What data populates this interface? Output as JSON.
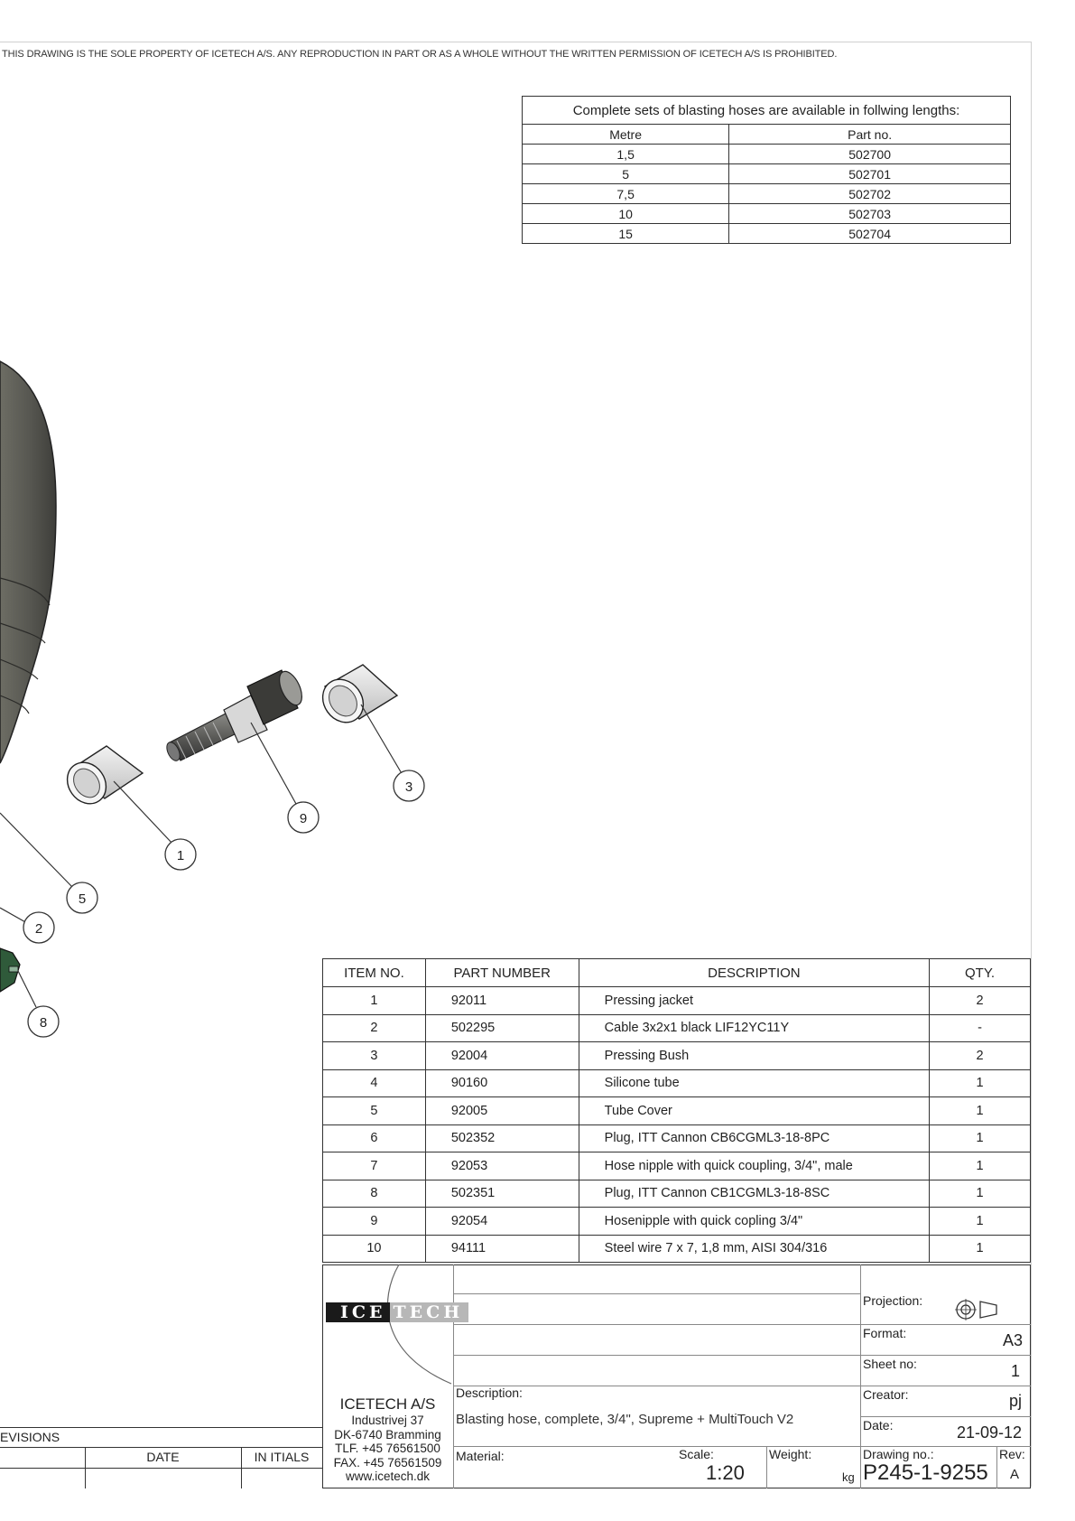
{
  "notice": "THIS DRAWING IS THE SOLE PROPERTY OF ICETECH A/S.  ANY REPRODUCTION IN PART OR AS A WHOLE WITHOUT THE WRITTEN PERMISSION OF ICETECH A/S IS PROHIBITED.",
  "lengths_table": {
    "caption": "Complete sets of blasting hoses are available in follwing lengths:",
    "headers": [
      "Metre",
      "Part no."
    ],
    "rows": [
      [
        "1,5",
        "502700"
      ],
      [
        "5",
        "502701"
      ],
      [
        "7,5",
        "502702"
      ],
      [
        "10",
        "502703"
      ],
      [
        "15",
        "502704"
      ]
    ]
  },
  "balloons": [
    "1",
    "2",
    "3",
    "5",
    "8",
    "9"
  ],
  "bom": {
    "headers": [
      "ITEM NO.",
      "PART NUMBER",
      "DESCRIPTION",
      "QTY."
    ],
    "rows": [
      [
        "1",
        "92011",
        "Pressing jacket",
        "2"
      ],
      [
        "2",
        "502295",
        "Cable 3x2x1 black LIF12YC11Y",
        "-"
      ],
      [
        "3",
        "92004",
        "Pressing Bush",
        "2"
      ],
      [
        "4",
        "90160",
        "Silicone tube",
        "1"
      ],
      [
        "5",
        "92005",
        "Tube Cover",
        "1"
      ],
      [
        "6",
        "502352",
        "Plug, ITT Cannon CB6CGML3-18-8PC",
        "1"
      ],
      [
        "7",
        "92053",
        "Hose nipple with quick coupling, 3/4\", male",
        "1"
      ],
      [
        "8",
        "502351",
        "Plug, ITT Cannon CB1CGML3-18-8SC",
        "1"
      ],
      [
        "9",
        "92054",
        "Hosenipple with quick copling 3/4\"",
        "1"
      ],
      [
        "10",
        "94111",
        "Steel wire 7 x 7, 1,8 mm, AISI 304/316",
        "1"
      ]
    ]
  },
  "title_block": {
    "logo_left": "ICE",
    "logo_right": "TECH",
    "company": "ICETECH A/S",
    "address1": "Industrivej 37",
    "address2": "DK-6740 Bramming",
    "phone": "TLF. +45 76561500",
    "fax": "FAX. +45 76561509",
    "web": "www.icetech.dk",
    "description_label": "Description:",
    "description": "Blasting hose, complete, 3/4\", Supreme + MultiTouch V2",
    "material_label": "Material:",
    "scale_label": "Scale:",
    "scale": "1:20",
    "weight_label": "Weight:",
    "weight_unit": "kg",
    "projection_label": "Projection:",
    "format_label": "Format:",
    "format": "A3",
    "sheet_label": "Sheet no:",
    "sheet": "1",
    "creator_label": "Creator:",
    "creator": "pj",
    "date_label": "Date:",
    "date": "21-09-12",
    "drawing_label": "Drawing no.:",
    "drawing_no": "P245-1-9255",
    "rev_label": "Rev:",
    "rev": "A"
  },
  "revisions": {
    "title": "EVISIONS",
    "date_header": "DATE",
    "initials_header": "IN ITIALS"
  },
  "colors": {
    "drum": "#5a5a52",
    "metal": "#cfcfcf",
    "plug": "#2f5a3a"
  }
}
